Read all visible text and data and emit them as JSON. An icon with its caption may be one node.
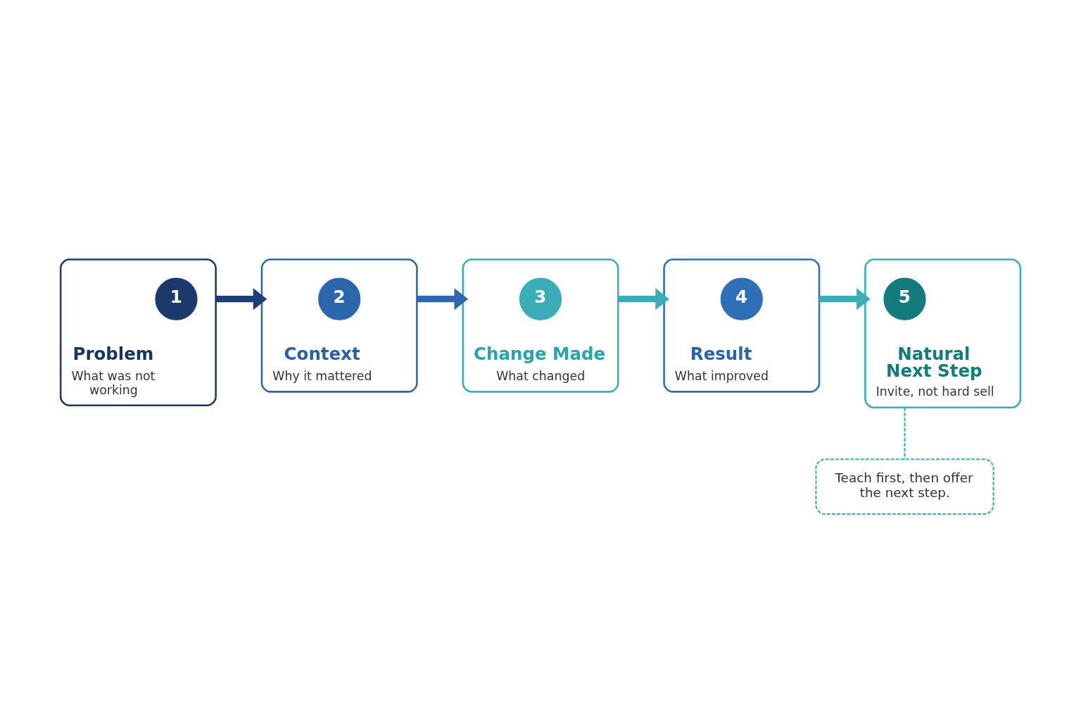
{
  "diagram": {
    "nodes": [
      {
        "text": [
          "Problem",
          "What was not working"
        ]
      },
      {
        "text": [
          "1"
        ],
        "in": 0
      },
      {
        "text": [
          "Context",
          "Why it mattered"
        ]
      },
      {
        "text": [
          "2"
        ],
        "in": 2
      },
      {
        "text": [
          "Change Made",
          "What changed"
        ]
      },
      {
        "text": [
          "3"
        ],
        "in": 4
      },
      {
        "text": [
          "Result",
          "What improved"
        ]
      },
      {
        "text": [
          "4"
        ],
        "in": 6
      },
      {
        "text": [
          "Natural Next Step",
          "Invite, not hard sell"
        ]
      },
      {
        "text": [
          "5"
        ],
        "in": 8
      },
      {
        "text": [
          "Teach first, then offer the next step."
        ]
      }
    ],
    "edges": [
      {
        "from": 0,
        "to": 2,
        "arrow": "to",
        "color": "#1c3f73"
      },
      {
        "from": 2,
        "to": 4,
        "arrow": "to",
        "color": "#2c68b0"
      },
      {
        "from": 4,
        "to": 6,
        "arrow": "to"
      },
      {
        "from": 6,
        "to": 8,
        "arrow": "to"
      },
      {
        "from": 8,
        "to": 10,
        "arrow": "none",
        "style": "dashed"
      }
    ]
  }
}
